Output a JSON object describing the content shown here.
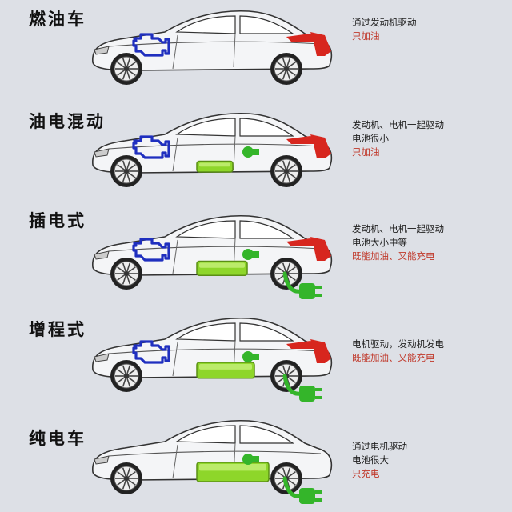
{
  "rows": [
    {
      "title": "燃油车",
      "lines": [
        "通过发动机驱动"
      ],
      "red": "只加油",
      "battery": 0,
      "charge_plug": false,
      "fuel_nozzle": true,
      "engine": true,
      "motor": false
    },
    {
      "title": "油电混动",
      "lines": [
        "发动机、电机一起驱动",
        "电池很小"
      ],
      "red": "只加油",
      "battery": 0.25,
      "charge_plug": false,
      "fuel_nozzle": true,
      "engine": true,
      "motor": true
    },
    {
      "title": "插电式",
      "lines": [
        "发动机、电机一起驱动",
        "电池大小中等"
      ],
      "red": "既能加油、又能充电",
      "battery": 0.55,
      "charge_plug": true,
      "fuel_nozzle": true,
      "engine": true,
      "motor": true
    },
    {
      "title": "增程式",
      "lines": [
        "电机驱动，发动机发电"
      ],
      "red": "既能加油、又能充电",
      "battery": 0.7,
      "charge_plug": true,
      "fuel_nozzle": true,
      "engine": true,
      "motor": true
    },
    {
      "title": "纯电车",
      "lines": [
        "通过电机驱动",
        "电池很大"
      ],
      "red": "只充电",
      "battery": 1,
      "charge_plug": true,
      "fuel_nozzle": false,
      "engine": false,
      "motor": true
    }
  ],
  "colors": {
    "engine": "#1f2fbf",
    "battery": "#8ed62a",
    "motor": "#34b52a",
    "fuel": "#d7261e"
  }
}
